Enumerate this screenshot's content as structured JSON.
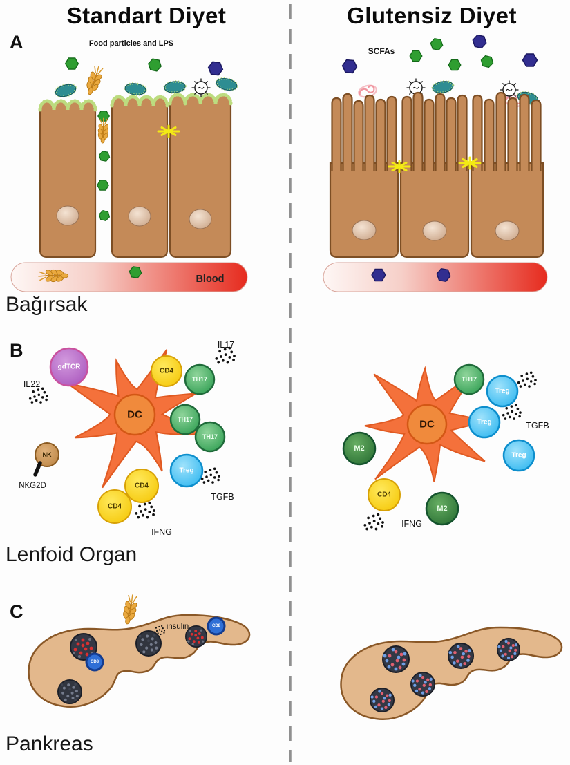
{
  "titles": {
    "left": "Standart Diyet",
    "right": "Glutensiz Diyet"
  },
  "panel_a": {
    "letter": "A",
    "section_label": "Bağırsak",
    "left_caption": "Food particles and LPS",
    "right_caption": "SCFAs",
    "blood_label": "Blood"
  },
  "panel_b": {
    "letter": "B",
    "section_label": "Lenfoid Organ",
    "cell_labels": {
      "dc": "DC",
      "gdtcr": "gdTCR",
      "cd4": "CD4",
      "th17": "TH17",
      "treg": "Treg",
      "nk": "NK",
      "m2": "M2"
    },
    "cytokine_labels": {
      "il22": "IL22",
      "il17": "IL17",
      "tgfb": "TGFB",
      "ifng": "IFNG",
      "nkg2d": "NKG2D"
    }
  },
  "panel_c": {
    "letter": "C",
    "section_label": "Pankreas",
    "insulin_label": "insulin",
    "cd8_label": "CD8"
  },
  "palette": {
    "epithelium": "#c48a58",
    "nucleus": "#d9b39a",
    "blood_red": "#e62b1e",
    "lps_green": "#2f9e31",
    "scfa_navy": "#322e90",
    "bacteria_teal": "#2e8d92",
    "dc_orange": "#f4713b",
    "cd4_yellow": "#f4c400",
    "th17_green": "#41a85f",
    "treg_blue": "#26b3ef",
    "gdtcr_purple": "#a650ba",
    "nk_tan": "#b9813f",
    "m2_dark_green": "#23692e",
    "cd8_blue": "#2f6fd6",
    "pancreas_tan": "#e3b88c",
    "divider_gray": "#909090"
  }
}
